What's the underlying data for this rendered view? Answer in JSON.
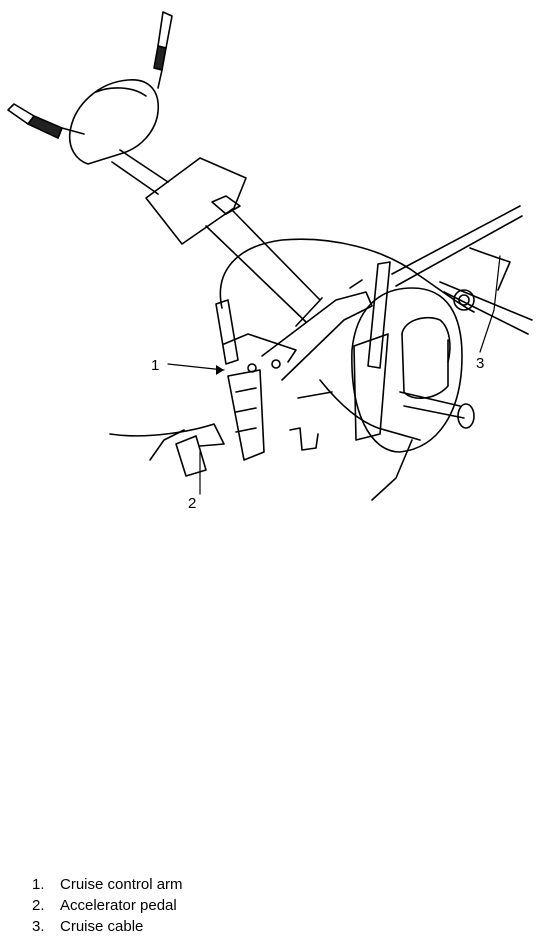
{
  "callouts": [
    {
      "number": "1"
    },
    {
      "number": "2"
    },
    {
      "number": "3"
    }
  ],
  "legend": [
    {
      "number": "1.",
      "label": "Cruise control arm"
    },
    {
      "number": "2.",
      "label": "Accelerator pedal"
    },
    {
      "number": "3.",
      "label": "Cruise cable"
    }
  ]
}
